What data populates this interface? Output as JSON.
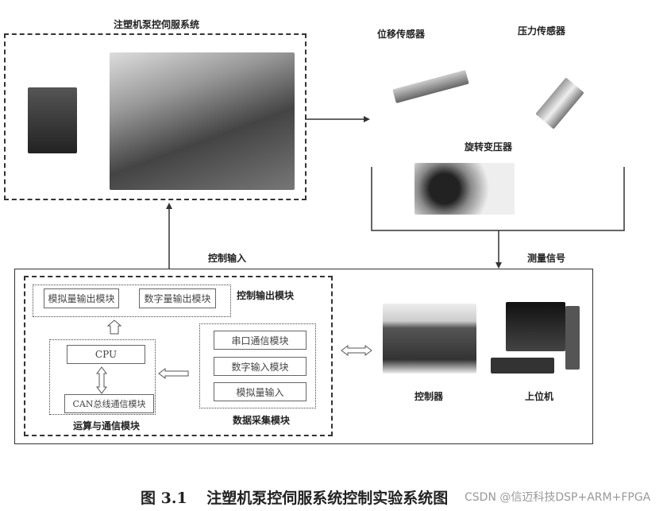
{
  "system_box": {
    "title": "注塑机泵控伺服系统"
  },
  "sensors": {
    "displacement": "位移传感器",
    "pressure": "压力传感器",
    "resolver": "旋转变压器"
  },
  "signals": {
    "measure": "测量信号",
    "control_input": "控制输入"
  },
  "controller_box": {
    "output_group": {
      "label": "控制输出模块",
      "items": [
        "模拟量输出模块",
        "数字量输出模块"
      ]
    },
    "compute_group": {
      "label": "运算与通信模块",
      "cpu": "CPU",
      "can": "CAN总线通信模块"
    },
    "acq_group": {
      "label": "数据采集模块",
      "items": [
        "串口通信模块",
        "数字输入模块",
        "模拟量输入"
      ]
    },
    "controller": "控制器",
    "host": "上位机"
  },
  "caption": {
    "number": "图 3.1",
    "text": "注塑机泵控伺服系统控制实验系统图"
  },
  "watermark": "CSDN @信迈科技DSP+ARM+FPGA"
}
